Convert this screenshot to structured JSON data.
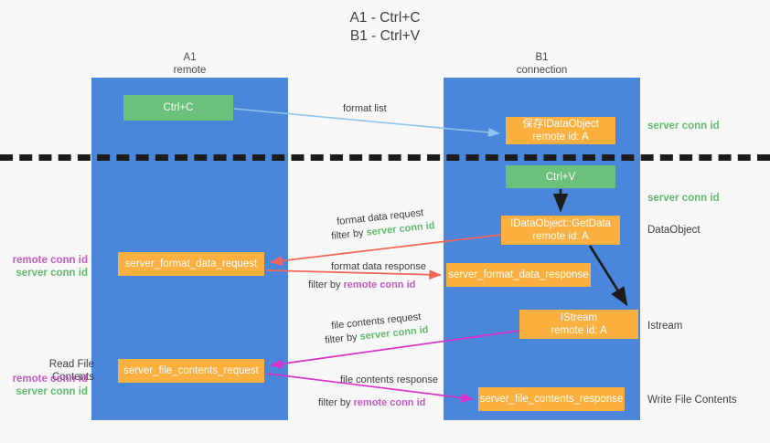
{
  "title": {
    "line1": "A1 - Ctrl+C",
    "line2": "B1 - Ctrl+V"
  },
  "columns": {
    "a1": {
      "name": "A1",
      "role": "remote"
    },
    "b1": {
      "name": "B1",
      "role": "connection"
    }
  },
  "boxes": {
    "ctrl_c": {
      "label": "Ctrl+C",
      "color": "#6cc17a"
    },
    "save_idataobject": {
      "line1": "保存IDataObject",
      "line2": "remote id: A",
      "color": "#fbb040"
    },
    "ctrl_v": {
      "label": "Ctrl+V",
      "color": "#6cc17a"
    },
    "getdata": {
      "line1": "IDataObject::GetData",
      "line2": "remote id: A",
      "color": "#fbb040"
    },
    "format_data_request": {
      "label": "server_format_data_request",
      "color": "#fbb040"
    },
    "format_data_response": {
      "label": "server_format_data_response",
      "color": "#fbb040"
    },
    "istream": {
      "line1": "IStream",
      "line2": "remote id: A",
      "color": "#fbb040"
    },
    "file_contents_request": {
      "label": "server_file_contents_request",
      "color": "#fbb040"
    },
    "file_contents_response": {
      "label": "server_file_contents_response",
      "color": "#fbb040"
    }
  },
  "captions": {
    "format_list": "format list",
    "format_data_request": "format data request",
    "format_data_request_filter_pre": "filter by ",
    "format_data_request_filter_key": "server conn id",
    "format_data_response": "format data response",
    "format_data_response_filter_pre": "filter by ",
    "format_data_response_filter_key": "remote conn id",
    "file_contents_request": "file contents request",
    "file_contents_request_filter_pre": "filter by ",
    "file_contents_request_filter_key": "server conn id",
    "file_contents_response": "file contents response",
    "file_contents_response_filter_pre": "filter by ",
    "file_contents_response_filter_key": "remote conn id"
  },
  "side_labels": {
    "server_conn_id_top": "server conn id",
    "server_conn_id_mid": "server conn id",
    "dataobject": "DataObject",
    "istream": "Istream",
    "write_file_contents": "Write File Contents",
    "read_file_contents": "Read File Contents",
    "remote_conn_id_a": "remote conn id",
    "server_conn_id_a": "server conn id",
    "remote_conn_id_b": "remote conn id",
    "server_conn_id_b": "server conn id"
  },
  "colors": {
    "background": "#f7f7f7",
    "column": "#4a86d9",
    "green_box": "#6cc17a",
    "orange_box": "#fbb040",
    "server_conn_id": "#63b96f",
    "remote_conn_id": "#c45ac4",
    "arrow_format_list": "#8fc4ee",
    "arrow_format_data": "#f4655a",
    "arrow_file_contents": "#d832c8",
    "arrow_internal": "#1c1c1c",
    "divider": "#1c1c1c"
  }
}
